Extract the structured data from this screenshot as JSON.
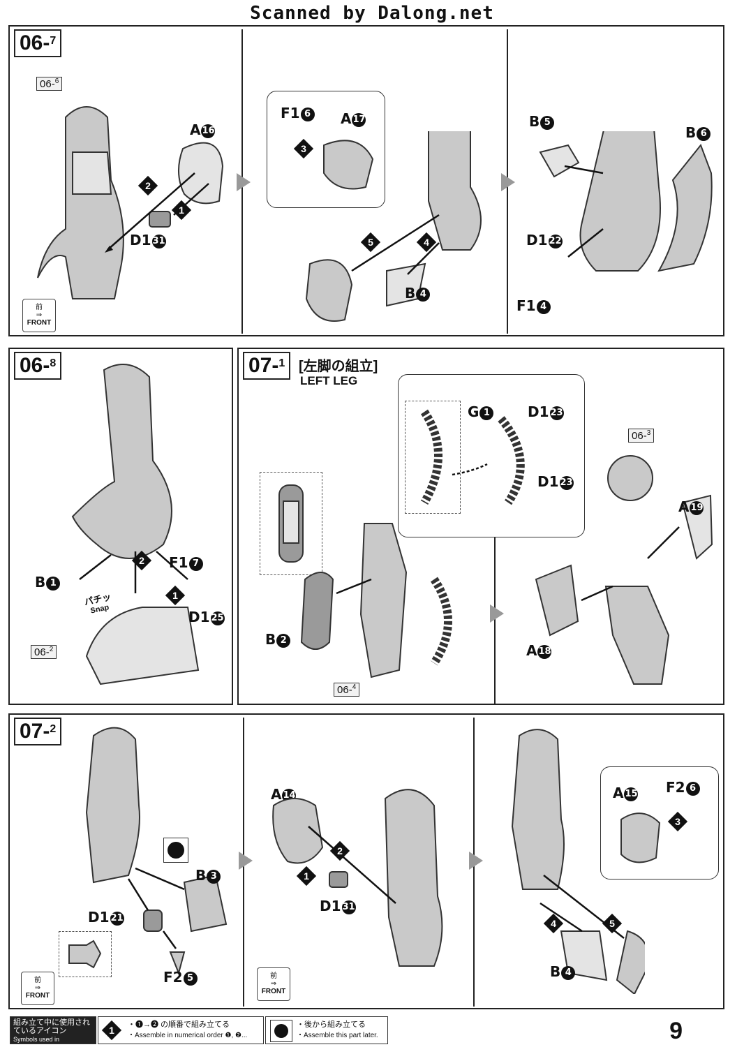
{
  "header": {
    "scan_credit": "Scanned by Dalong.net"
  },
  "steps": {
    "s067": {
      "major": "06",
      "minor": "7",
      "ref_prev": "06",
      "ref_prev_minor": "6"
    },
    "s068": {
      "major": "06",
      "minor": "8",
      "ref_a": "06",
      "ref_a_minor": "2"
    },
    "s071": {
      "major": "07",
      "minor": "1",
      "title_jp": "[左脚の組立]",
      "title_en": "LEFT LEG",
      "ref_a": "06",
      "ref_a_minor": "4",
      "ref_b": "06",
      "ref_b_minor": "3"
    },
    "s072": {
      "major": "07",
      "minor": "2"
    }
  },
  "labels": {
    "a16": "A",
    "a16n": "16",
    "d131": "D1",
    "d131n": "31",
    "f16": "F1",
    "f16n": "6",
    "a17": "A",
    "a17n": "17",
    "b4": "B",
    "b4n": "4",
    "b5": "B",
    "b5n": "5",
    "b6": "B",
    "b6n": "6",
    "d122": "D1",
    "d122n": "22",
    "f14": "F1",
    "f14n": "4",
    "b1": "B",
    "b1n": "1",
    "f17": "F1",
    "f17n": "7",
    "d125": "D1",
    "d125n": "25",
    "b2": "B",
    "b2n": "2",
    "g1": "G",
    "g1n": "1",
    "d123a": "D1",
    "d123an": "23",
    "d123b": "D1",
    "d123bn": "23",
    "a18": "A",
    "a18n": "18",
    "a19": "A",
    "a19n": "19",
    "b3": "B",
    "b3n": "3",
    "d121": "D1",
    "d121n": "21",
    "f25": "F2",
    "f25n": "5",
    "a14": "A",
    "a14n": "14",
    "d131b": "D1",
    "d131bn": "31",
    "a15": "A",
    "a15n": "15",
    "f26": "F2",
    "f26n": "6",
    "b4b": "B",
    "b4bn": "4",
    "snap_jp": "パチッ",
    "snap_en": "Snap"
  },
  "front_badge": {
    "jp": "前",
    "en": "FRONT"
  },
  "footer": {
    "legend_jp": "組み立て中に使用されているアイコン",
    "legend_en": "Symbols used in instructions",
    "order_icon": "1",
    "order_jp": "・❶→❷ の順番で組み立てる",
    "order_en": "・Assemble in numerical order ❶, ❷...",
    "later_jp": "・後から組み立てる",
    "later_en": "・Assemble this part later."
  },
  "page_number": "9"
}
